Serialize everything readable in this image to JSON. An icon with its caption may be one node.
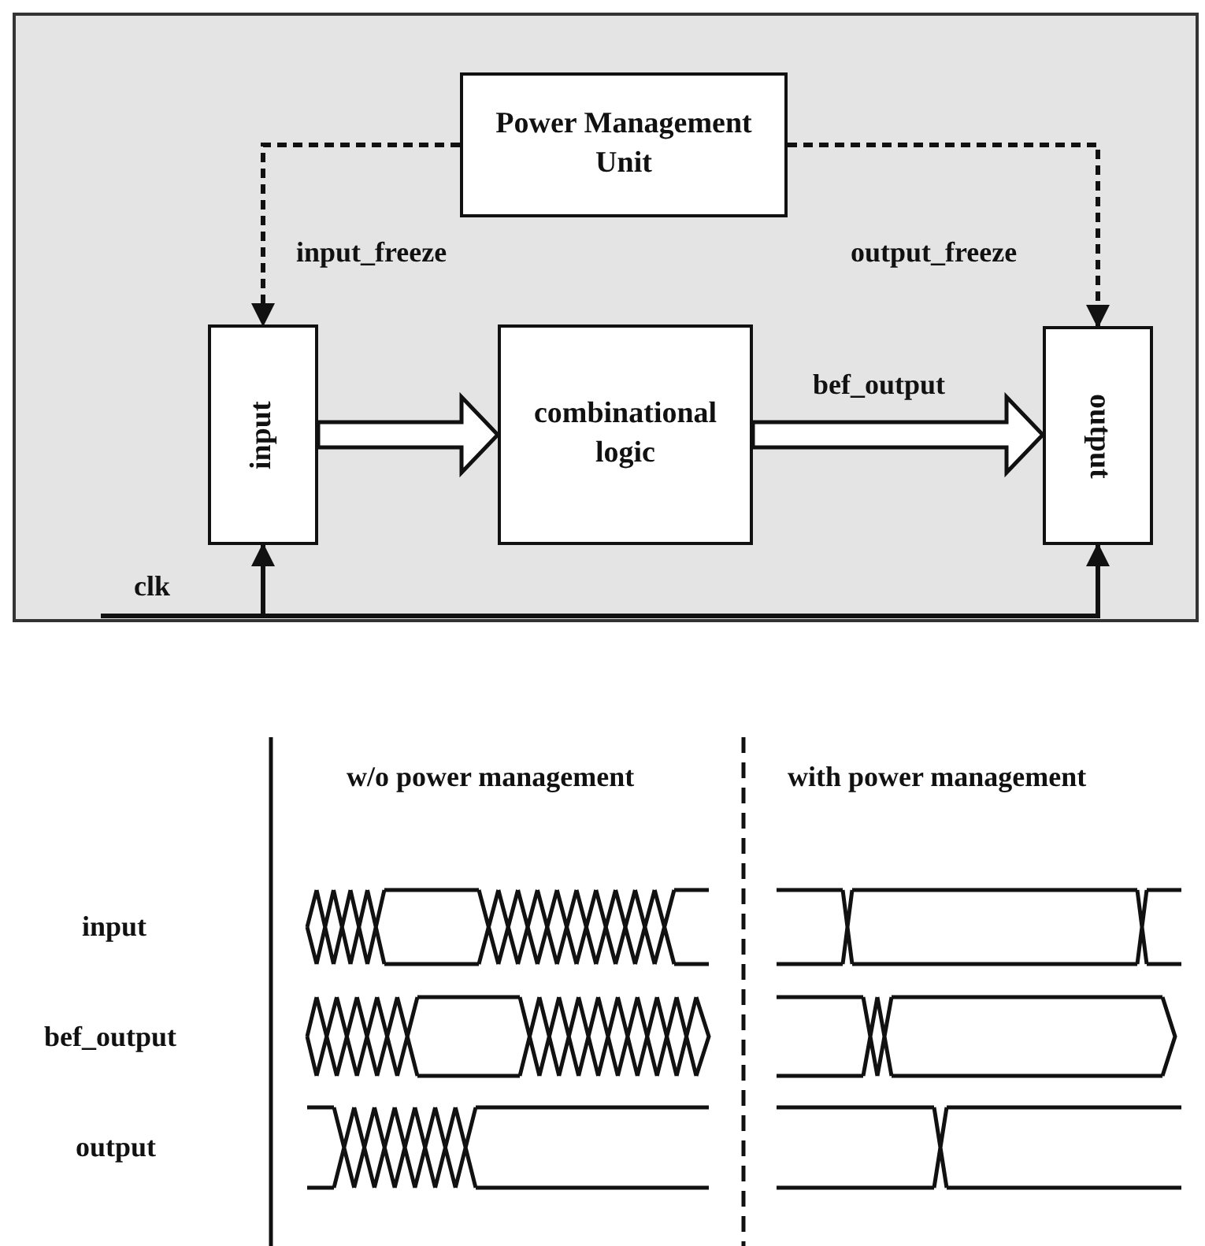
{
  "diagram": {
    "nodes": [
      {
        "text": [
          "Power Management Unit"
        ]
      },
      {
        "text": [
          "input"
        ]
      },
      {
        "text": [
          "combinational logic"
        ]
      },
      {
        "text": [
          "output"
        ]
      }
    ],
    "edges": [
      {
        "from": 0,
        "to": 1,
        "arrow": "to",
        "label": "input_freeze",
        "style": "dashed"
      },
      {
        "from": 0,
        "to": 3,
        "arrow": "to",
        "label": "output_freeze",
        "style": "dashed"
      },
      {
        "from": 1,
        "to": 2,
        "arrow": "to",
        "style": "thick"
      },
      {
        "from": 2,
        "to": 3,
        "arrow": "to",
        "label": "bef_output",
        "style": "thick"
      },
      {
        "from": null,
        "to": 1,
        "arrow": "to",
        "label": "clk"
      },
      {
        "from": null,
        "to": 3,
        "arrow": "to"
      }
    ],
    "labels": [
      "w/o power management",
      "with power management",
      "input",
      "bef_output",
      "output"
    ]
  }
}
